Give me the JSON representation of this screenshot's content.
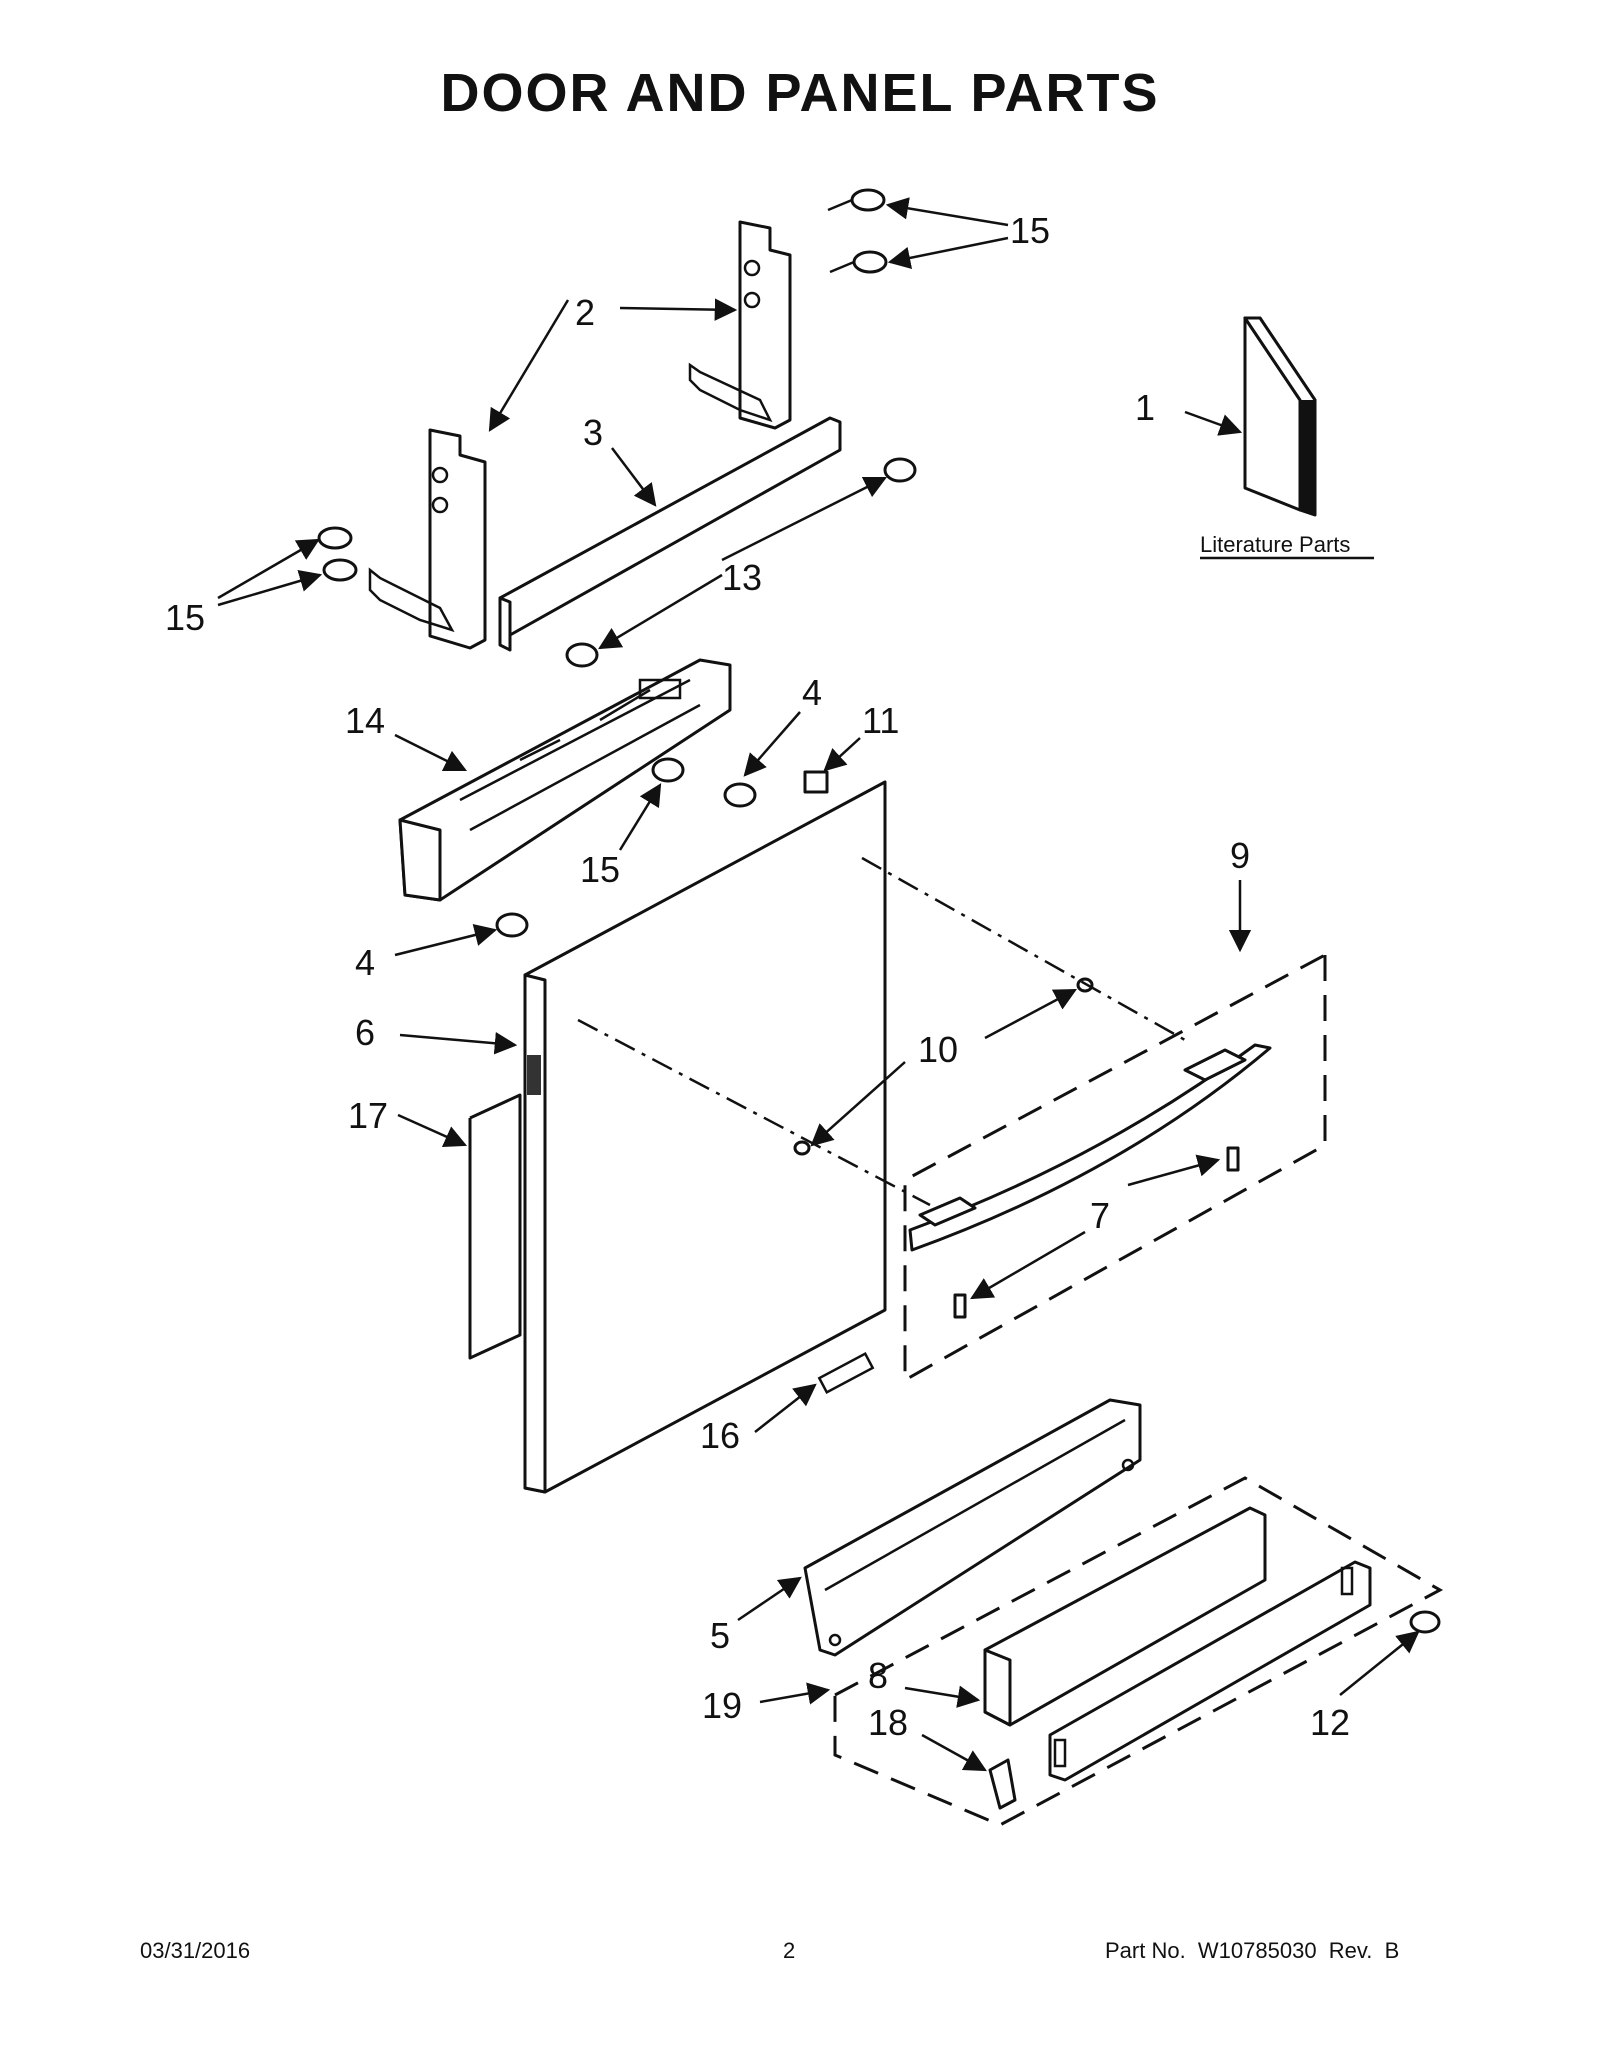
{
  "title": "DOOR AND PANEL PARTS",
  "literature_label": "Literature Parts",
  "callouts": {
    "c1": "1",
    "c2": "2",
    "c3": "3",
    "c4a": "4",
    "c4b": "4",
    "c5": "5",
    "c6": "6",
    "c7": "7",
    "c8": "8",
    "c9": "9",
    "c10": "10",
    "c11": "11",
    "c12": "12",
    "c13": "13",
    "c14": "14",
    "c15a": "15",
    "c15b": "15",
    "c15c": "15",
    "c16": "16",
    "c17": "17",
    "c18": "18",
    "c19": "19"
  },
  "footer": {
    "date": "03/31/2016",
    "page": "2",
    "part_no": "Part No.  W10785030  Rev.  B"
  }
}
